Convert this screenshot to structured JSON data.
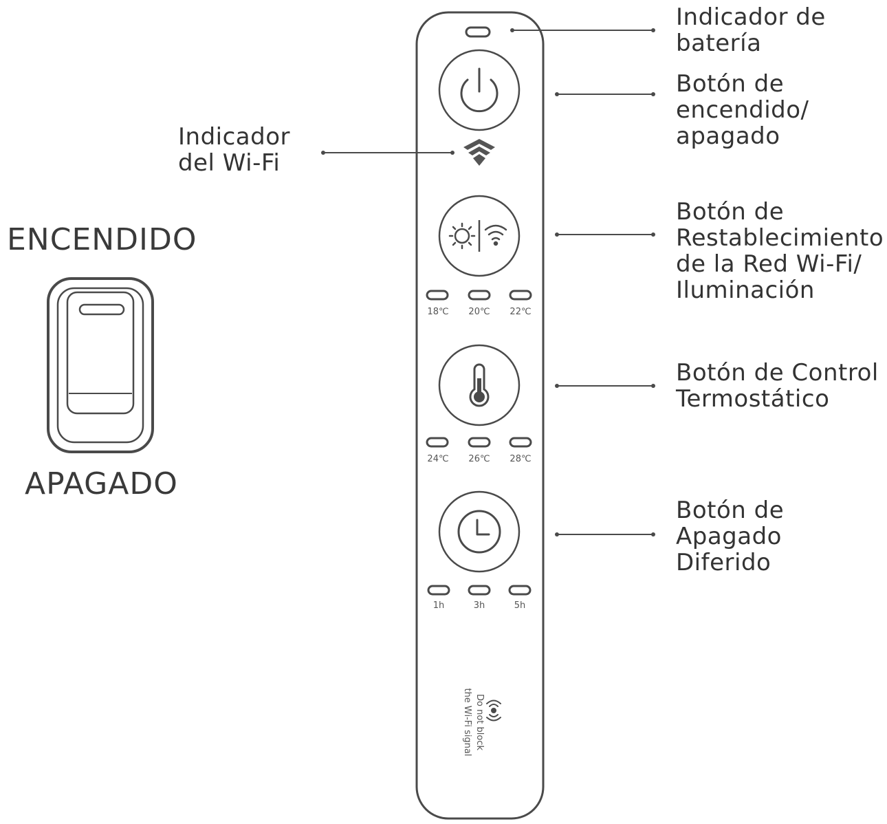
{
  "switch": {
    "on_label": "ENCENDIDO",
    "off_label": "APAGADO"
  },
  "callouts": {
    "battery": [
      "Indicador de",
      "batería"
    ],
    "power": [
      "Botón de",
      "encendido/",
      "apagado"
    ],
    "wifi": [
      "Indicador",
      "del Wi-Fi"
    ],
    "reset": [
      "Botón de",
      "Restablecimiento",
      "de la Red Wi-Fi/",
      "Iluminación"
    ],
    "thermo": [
      "Botón de Control",
      "Termostático"
    ],
    "timer": [
      "Botón de",
      "Apagado",
      "Diferido"
    ]
  },
  "panel": {
    "temp_row_1": [
      "18℃",
      "20℃",
      "22℃"
    ],
    "temp_row_2": [
      "24℃",
      "26℃",
      "28℃"
    ],
    "timer_row": [
      "1h",
      "3h",
      "5h"
    ],
    "warning_lines": [
      "Do not block",
      "the Wi-Fi signal"
    ]
  },
  "colors": {
    "line": "#4a4a4a",
    "text": "#333333",
    "background": "#ffffff"
  }
}
